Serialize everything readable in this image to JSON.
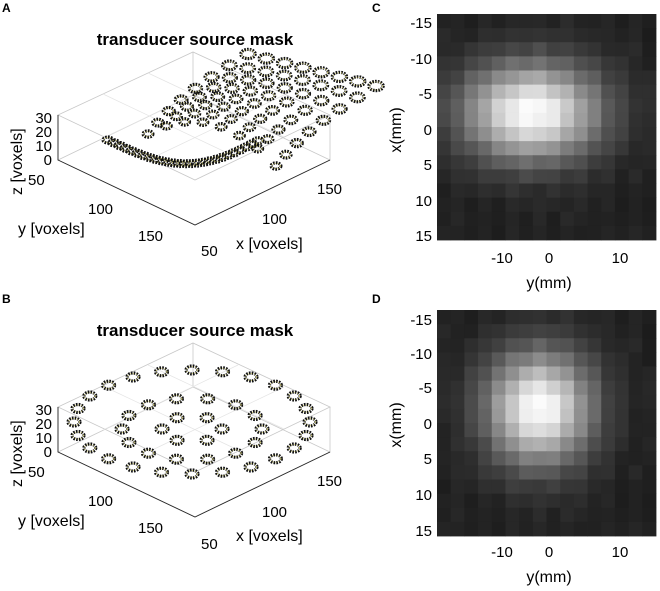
{
  "panels": [
    "A",
    "B",
    "C",
    "D"
  ],
  "chart_data": [
    {
      "panel": "A",
      "type": "scatter",
      "title": "transducer source mask",
      "xlabel": "x [voxels]",
      "ylabel": "y [voxels]",
      "zlabel": "z [voxels]",
      "x_ticks": [
        "50",
        "100",
        "150"
      ],
      "y_ticks": [
        "50",
        "100",
        "150"
      ],
      "z_ticks": [
        "0",
        "10",
        "20",
        "30"
      ],
      "xlim": [
        40,
        180
      ],
      "ylim": [
        40,
        180
      ],
      "zlim": [
        0,
        30
      ],
      "grid": true,
      "element_rings": {
        "count": 64,
        "rows": [
          8,
          8,
          8,
          8,
          8,
          8,
          8,
          8
        ],
        "layout": "curved partial sphere"
      },
      "marker_color": "#d6d07a"
    },
    {
      "panel": "B",
      "type": "scatter",
      "title": "transducer source mask",
      "xlabel": "x [voxels]",
      "ylabel": "y [voxels]",
      "zlabel": "z [voxels]",
      "x_ticks": [
        "50",
        "100",
        "150"
      ],
      "y_ticks": [
        "50",
        "100",
        "150"
      ],
      "z_ticks": [
        "0",
        "10",
        "20",
        "30"
      ],
      "xlim": [
        40,
        180
      ],
      "ylim": [
        40,
        180
      ],
      "zlim": [
        0,
        30
      ],
      "grid": true,
      "element_rings": {
        "rings": [
          {
            "count": 24,
            "radius_voxels": 55
          },
          {
            "count": 14,
            "radius_voxels": 32
          },
          {
            "count": 6,
            "radius_voxels": 14
          }
        ],
        "layout": "concentric annular"
      },
      "marker_color": "#d6d07a"
    },
    {
      "panel": "C",
      "type": "heatmap",
      "xlabel": "y(mm)",
      "ylabel": "x(mm)",
      "x_ticks": [
        "-10",
        "0",
        "10"
      ],
      "y_ticks": [
        "-15",
        "-10",
        "-5",
        "0",
        "5",
        "10",
        "15"
      ],
      "xlim": [
        -15,
        15
      ],
      "ylim": [
        -15,
        15
      ],
      "grid_size": 16,
      "peak": {
        "y_mm": -2,
        "x_mm": -2,
        "value": 1.0
      },
      "sigma_mm": {
        "along_y": 6.5,
        "along_x": 4.5
      },
      "background": 0.13,
      "colormap": "gray"
    },
    {
      "panel": "D",
      "type": "heatmap",
      "xlabel": "y(mm)",
      "ylabel": "x(mm)",
      "x_ticks": [
        "-10",
        "0",
        "10"
      ],
      "y_ticks": [
        "-15",
        "-10",
        "-5",
        "0",
        "5",
        "10",
        "15"
      ],
      "xlim": [
        -15,
        15
      ],
      "ylim": [
        -15,
        15
      ],
      "grid_size": 16,
      "peak": {
        "y_mm": -1,
        "x_mm": -2,
        "value": 1.0
      },
      "sigma_mm": {
        "along_y": 5.0,
        "along_x": 5.2
      },
      "background": 0.13,
      "colormap": "gray"
    }
  ]
}
